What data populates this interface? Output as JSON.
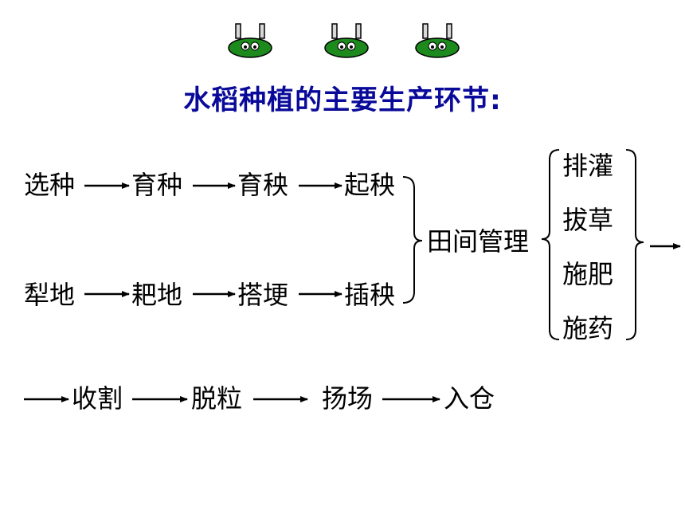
{
  "title": "水稻种植的主要生产环节:",
  "seedling_row": [
    "选种",
    "育种",
    "育秧",
    "起秧"
  ],
  "field_row": [
    "犁地",
    "耙地",
    "搭埂",
    "插秧"
  ],
  "merge_step": "田间管理",
  "management_tasks": [
    "排灌",
    "拔草",
    "施肥",
    "施药"
  ],
  "harvest_row": [
    "收割",
    "脱粒",
    "扬场",
    "入仓"
  ],
  "decoration": {
    "icon": "bug-mascot-icon",
    "count": 3,
    "color": "#1d8a1d"
  },
  "colors": {
    "title": "#0a0a9a",
    "text": "#000000"
  }
}
